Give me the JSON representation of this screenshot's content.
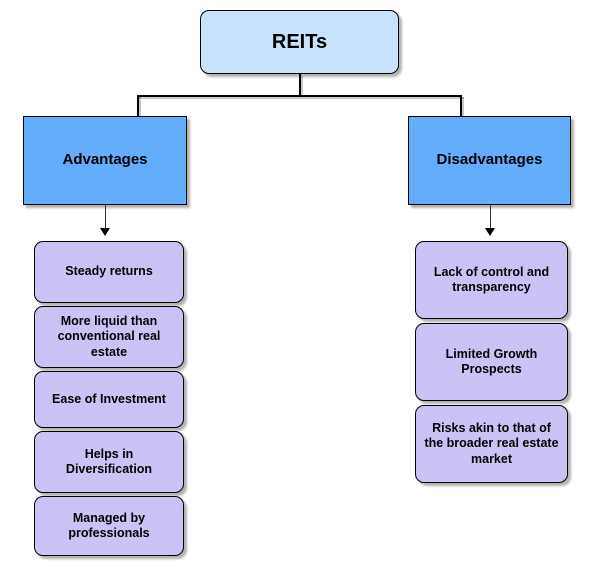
{
  "diagram": {
    "title": "REITs",
    "background_color": "#ffffff",
    "colors": {
      "root_fill": "#c8e2fb",
      "branch_fill": "#63adfb",
      "leaf_fill": "#c9c4f5",
      "border": "#000000",
      "text": "#000000"
    },
    "root": {
      "label": "REITs"
    },
    "branches": [
      {
        "id": "advantages",
        "label": "Advantages",
        "items": [
          {
            "label": "Steady returns"
          },
          {
            "label": "More liquid than conventional real estate"
          },
          {
            "label": "Ease of Investment"
          },
          {
            "label": "Helps in Diversification"
          },
          {
            "label": "Managed by professionals"
          }
        ]
      },
      {
        "id": "disadvantages",
        "label": "Disadvantages",
        "items": [
          {
            "label": "Lack of control and transparency"
          },
          {
            "label": "Limited Growth Prospects"
          },
          {
            "label": "Risks akin to that of the broader real estate market"
          }
        ]
      }
    ]
  }
}
